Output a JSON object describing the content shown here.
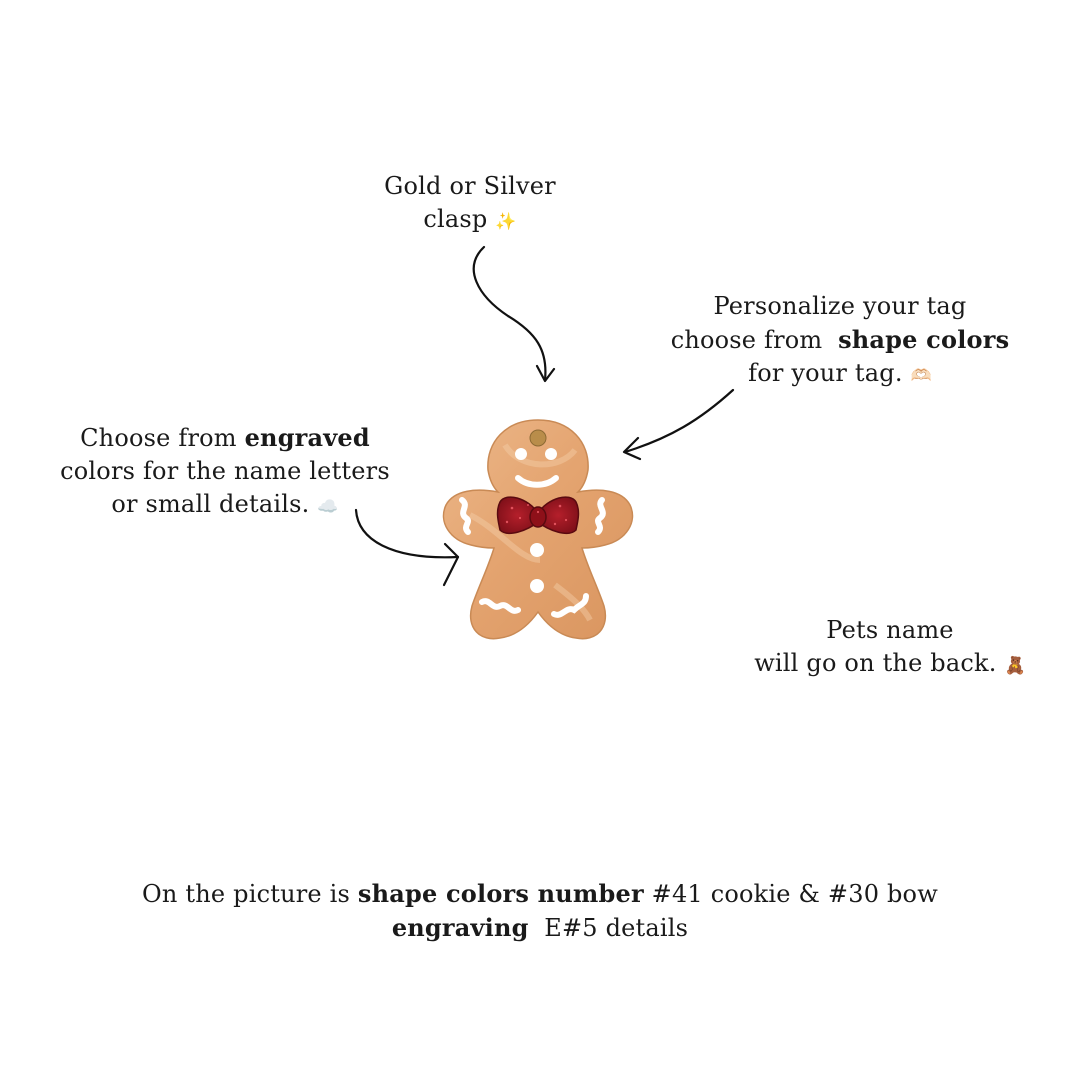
{
  "annotations": {
    "clasp": {
      "line1": "Gold or Silver",
      "line2": "clasp",
      "emoji": "✨"
    },
    "shape": {
      "line1": "Personalize your tag",
      "line2_pre": "choose from  ",
      "line2_bold": "shape colors",
      "line3": "for your tag.",
      "emoji": "🫶🏻"
    },
    "engraved": {
      "line1_pre": "Choose from ",
      "line1_bold": "engraved",
      "line2": "colors for the name letters",
      "line3": "or small details.",
      "emoji": "☁️"
    },
    "pets": {
      "line1": "Pets name",
      "line2": "will go on the back.",
      "emoji": "🧸"
    }
  },
  "footer": {
    "line1_pre": "On the picture is ",
    "line1_bold": "shape colors number",
    "line1_post": " #41 cookie & #30 bow",
    "line2_bold": "engraving",
    "line2_post": "  E#5 details"
  },
  "product": {
    "icon": "gingerbread-man-tag-icon",
    "cookie_color": "#e7a878",
    "bow_color": "#9c1520",
    "detail_color": "#ffffff",
    "clasp_color": "#b98d4a"
  }
}
